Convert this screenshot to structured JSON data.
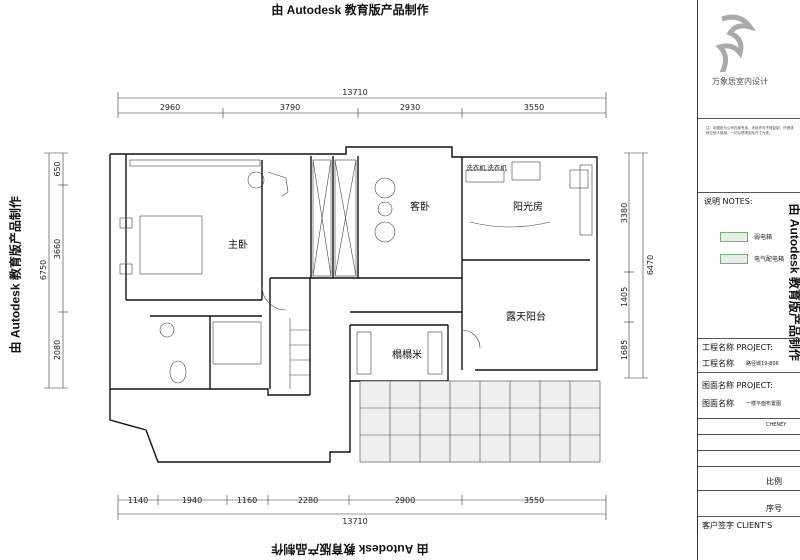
{
  "watermark": "由 Autodesk 教育版产品制作",
  "dimensions": {
    "top_total": "13710",
    "top_segments": [
      "2960",
      "3790",
      "2930",
      "3550"
    ],
    "bottom_total": "13710",
    "bottom_segments": [
      "1140",
      "1940",
      "1160",
      "2280",
      "2900",
      "3550"
    ],
    "left_total": "6750",
    "left_segments": [
      "650",
      "3660",
      "2080"
    ],
    "right_total": "6470",
    "right_segments": [
      "3380",
      "1405",
      "1685"
    ]
  },
  "rooms": {
    "master_bedroom": "主卧",
    "guest_bedroom": "客卧",
    "sunroom": "阳光房",
    "open_balcony": "露天阳台",
    "tatami": "榻榻米",
    "laundry_1": "洗衣机",
    "laundry_2": "洗衣机"
  },
  "title_block": {
    "company": "万象居室内设计",
    "notes_text": "注：本图纸为公司内部专用，未经许可不得复制、外借或转交他人使用，一切以现场实际尺寸为准。",
    "notes_label": "说明 NOTES:",
    "legend_1": "弱电箱",
    "legend_2": "电气配电箱",
    "project_label": "工程名称 PROJECT:",
    "project_name_label": "工程名称",
    "project_name_value": "路径城19-806",
    "drawing_label": "图面名称 PROJECT:",
    "drawing_name_label": "图面名称",
    "drawing_name_value": "一楼平面布置图",
    "designer": "CHENEY",
    "scale_label": "比例",
    "number_label": "序号",
    "client_label": "客户签字 CLIENT'S"
  }
}
